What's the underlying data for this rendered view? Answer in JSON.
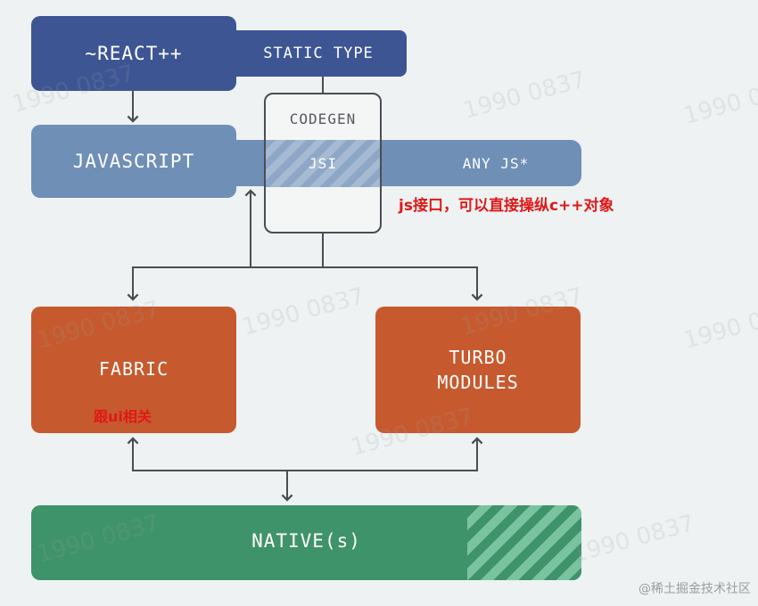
{
  "diagram": {
    "react_label": "~REACT++",
    "static_type_label": "STATIC TYPE",
    "javascript_label": "JAVASCRIPT",
    "codegen_label": "CODEGEN",
    "jsi_label": "JSI",
    "any_js_label": "ANY JS*",
    "fabric_label": "FABRIC",
    "turbo_label_line1": "TURBO",
    "turbo_label_line2": "MODULES",
    "native_label": "NATIVE(s)"
  },
  "annotations": {
    "jsi_note": "js接口，可以直接操纵c++对象",
    "fabric_note": "跟ui相关"
  },
  "watermark_text": "1990 0837",
  "credit_text": "@稀土掘金技术社区",
  "colors": {
    "dark_blue": "#3e5594",
    "light_blue": "#6f8fb7",
    "orange": "#c65a2e",
    "green": "#3f936a",
    "annotation_red": "#e01818",
    "arrow": "#4a4d52"
  }
}
